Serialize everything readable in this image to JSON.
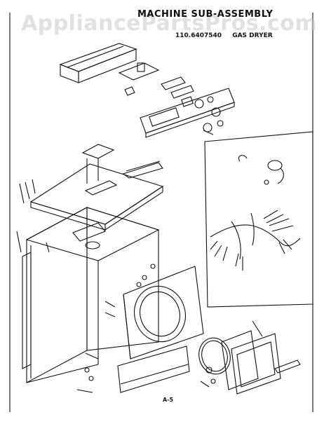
{
  "header": {
    "title": "MACHINE SUB-ASSEMBLY",
    "model_number": "110.6407540",
    "model_type": "GAS DRYER"
  },
  "watermark": "AppliancePartsPros.com",
  "footer": {
    "page_number": "A-5"
  }
}
